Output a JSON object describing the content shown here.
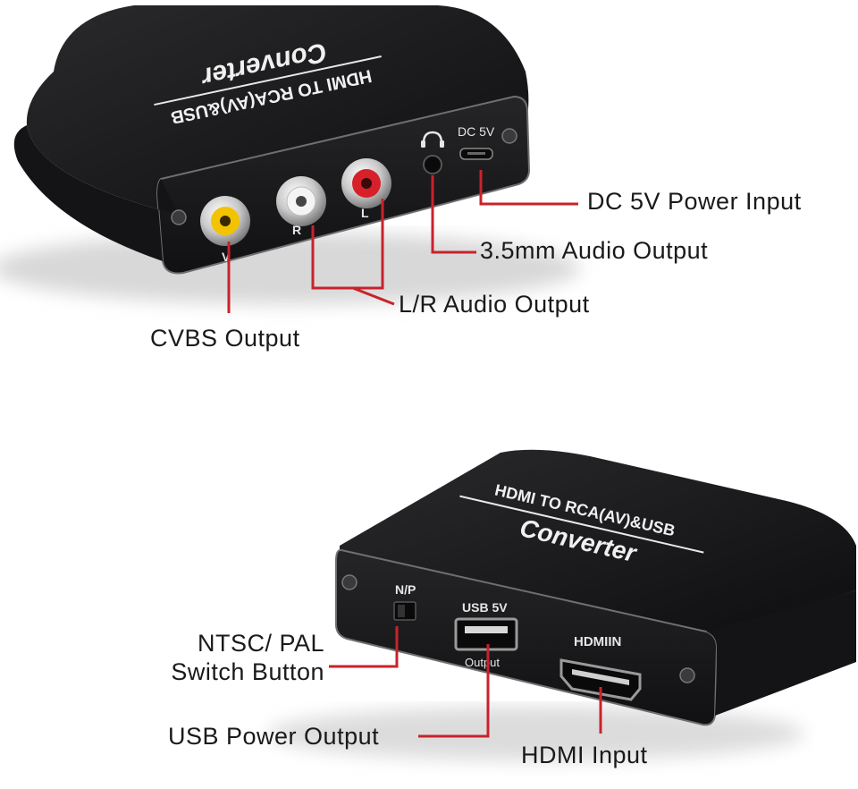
{
  "colors": {
    "leader_line": "#c8232c",
    "body_dark": "#1c1c1e",
    "body_edge": "#3a3a3c",
    "yellow_jack": "#f2c300",
    "white_jack": "#f4f4f4",
    "red_jack": "#d6202a"
  },
  "device_top": {
    "title_line1": "HDMI TO RCA(AV)&USB",
    "title_line2": "Converter",
    "port_labels": {
      "dc": "DC 5V",
      "right": "R",
      "left": "L",
      "video": "V"
    },
    "icons": [
      "headphone-icon"
    ]
  },
  "device_bottom": {
    "title_line1": "HDMI TO RCA(AV)&USB",
    "title_line2": "Converter",
    "port_labels": {
      "np": "N/P",
      "usb": "USB 5V",
      "usb_sub": "Output",
      "hdmi": "HDMIIN"
    }
  },
  "callouts": {
    "dc_power": "DC 5V Power Input",
    "audio_35": "3.5mm Audio Output",
    "lr_audio": "L/R Audio Output",
    "cvbs": "CVBS Output",
    "ntsc_line1": "NTSC/ PAL",
    "ntsc_line2": "Switch Button",
    "usb_power": "USB Power Output",
    "hdmi_input": "HDMI Input"
  }
}
